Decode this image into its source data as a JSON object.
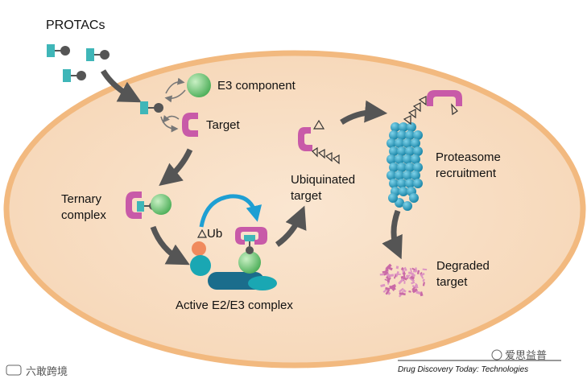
{
  "labels": {
    "protacs": "PROTACs",
    "e3_component": "E3 component",
    "target": "Target",
    "ternary_line1": "Ternary",
    "ternary_line2": "complex",
    "ub": "Ub",
    "active_complex": "Active E2/E3 complex",
    "ubiquinated_line1": "Ubiquinated",
    "ubiquinated_line2": "target",
    "proteasome_line1": "Proteasome",
    "proteasome_line2": "recruitment",
    "degraded_line1": "Degraded",
    "degraded_line2": "target"
  },
  "caption": "Drug Discovery Today: Technologies",
  "watermarks": {
    "left": "六敢跨境",
    "right": "爱思益普"
  },
  "colors": {
    "cell_fill": "#f7dcc0",
    "cell_border": "#f2b97f",
    "warhead_teal": "#3fb6b8",
    "linker_gray": "#555555",
    "e3_green": "#5fbe6a",
    "target_pink": "#c85aa8",
    "e2_orange": "#f08a5d",
    "e3_teal": "#1aa7b3",
    "complex_blue": "#1b6d8c",
    "proteasome_blue": "#2aa0c3",
    "arrow_gray": "#555555",
    "ub_arrow_blue": "#1e9fd3",
    "degraded_pink": "#c96aa6"
  }
}
